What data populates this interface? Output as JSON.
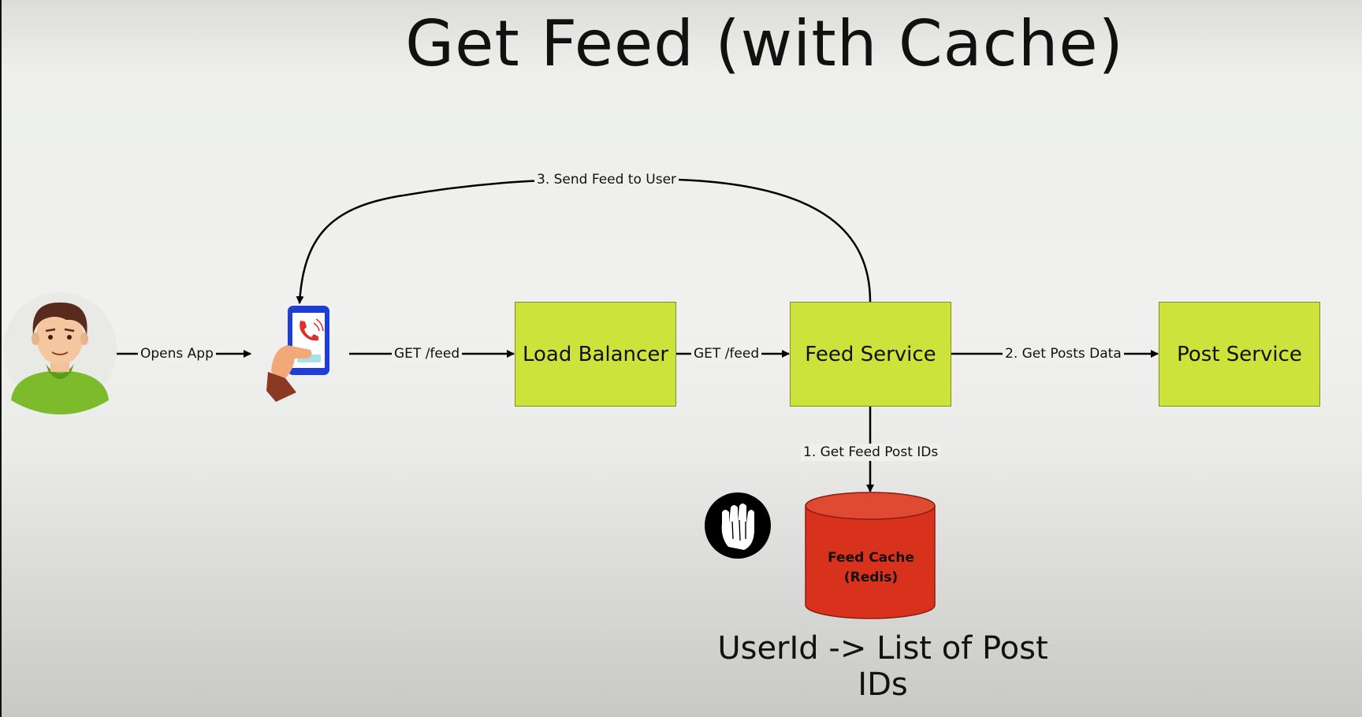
{
  "title": "Get Feed (with Cache)",
  "nodes": {
    "load_balancer": "Load Balancer",
    "feed_service": "Feed Service",
    "post_service": "Post Service",
    "feed_cache": [
      "Feed Cache",
      "(Redis)"
    ]
  },
  "edges": {
    "opens_app": "Opens App",
    "get_feed_phone": "GET /feed",
    "get_feed_lb": "GET /feed",
    "get_posts_data": "2. Get Posts Data",
    "get_feed_post_ids": "1. Get Feed Post IDs",
    "send_feed": "3. Send Feed to User"
  },
  "caption": "UserId -> List of Post IDs",
  "colors": {
    "service_box": "#cbe33b",
    "cache": "#d9321c",
    "phone": "#1e3fd6"
  },
  "icons": [
    "user-avatar-icon",
    "phone-in-hand-icon",
    "hand-cursor-icon"
  ]
}
